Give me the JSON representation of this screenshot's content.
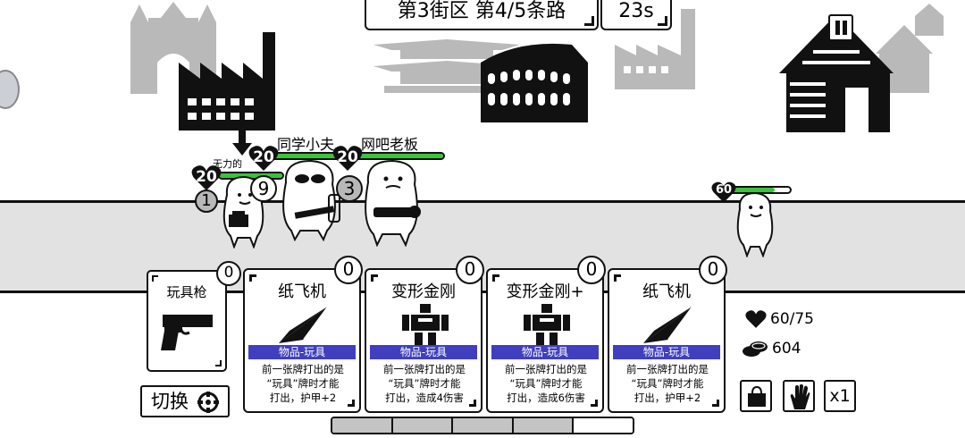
{
  "hud": {
    "level_label": "第3街区 第4/5条路",
    "timer": "23s"
  },
  "enemies": [
    {
      "name": "",
      "status": "无力的",
      "hp": "20",
      "hp_fraction": 1.0,
      "intent": "1"
    },
    {
      "name": "同学小夫",
      "hp": "20",
      "hp_fraction": 1.0,
      "intent": "9"
    },
    {
      "name": "网吧老板",
      "hp": "20",
      "hp_fraction": 1.0,
      "intent": "3"
    }
  ],
  "player_avatar": {
    "hp": "60",
    "hp_fraction": 0.75
  },
  "weapon": {
    "name": "玩具枪",
    "cost": "0",
    "icon": "pistol-icon"
  },
  "switch_label": "切换",
  "hand": [
    {
      "title": "纸飞机",
      "cost": "0",
      "tag": "物品-玩具",
      "desc_lines": [
        "前一张牌打出的是",
        "“玩具”牌时才能",
        "打出，护甲+2"
      ],
      "icon": "paper-plane-icon"
    },
    {
      "title": "变形金刚",
      "cost": "0",
      "tag": "物品-玩具",
      "desc_lines": [
        "前一张牌打出的是",
        "“玩具”牌时才能",
        "打出，造成4伤害"
      ],
      "icon": "robot-icon"
    },
    {
      "title": "变形金刚+",
      "cost": "0",
      "tag": "物品-玩具",
      "desc_lines": [
        "前一张牌打出的是",
        "“玩具”牌时才能",
        "打出，造成6伤害"
      ],
      "icon": "robot-icon"
    },
    {
      "title": "纸飞机",
      "cost": "0",
      "tag": "物品-玩具",
      "desc_lines": [
        "前一张牌打出的是",
        "“玩具”牌时才能",
        "打出，护甲+2"
      ],
      "icon": "paper-plane-icon"
    }
  ],
  "player_stats": {
    "hp": "60/75",
    "coins": "604"
  },
  "speed": "x1",
  "deck_progress": {
    "filled": 4,
    "total": 5
  },
  "colors": {
    "hp_green": "#3cc23c",
    "tag_blue": "#3f3fbf",
    "road_grey": "#e2e2e2",
    "deck_grey": "#c4c4c4"
  }
}
